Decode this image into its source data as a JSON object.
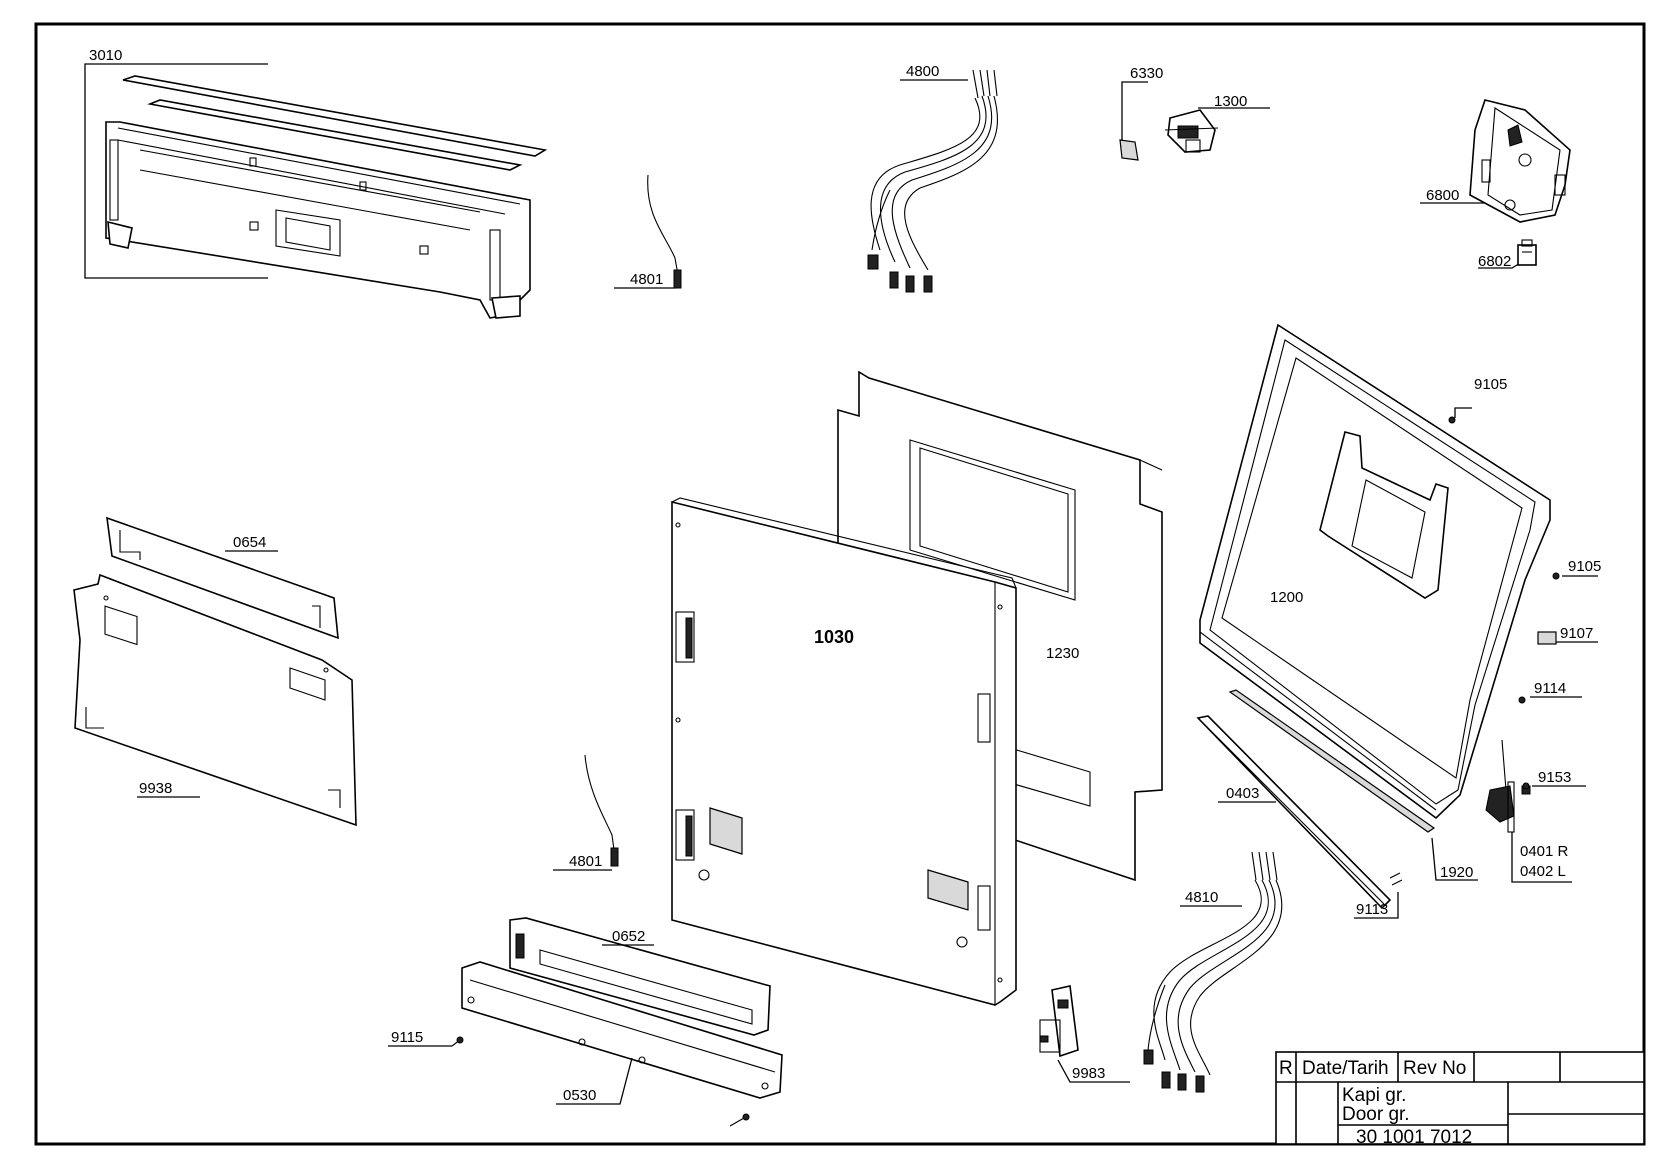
{
  "labels": {
    "p3010": "3010",
    "p4800": "4800",
    "p6330": "6330",
    "p1300": "1300",
    "p6800": "6800",
    "p6802": "6802",
    "p4801_top": "4801",
    "p4801_bottom": "4801",
    "p9105_top": "9105",
    "p9105_right": "9105",
    "p9107": "9107",
    "p9114": "9114",
    "p9153": "9153",
    "p0401": "0401 R",
    "p0402": "0402 L",
    "p1920": "1920",
    "p9113": "9113",
    "p0403": "0403",
    "p1200": "1200",
    "p1030": "1030",
    "p1230": "1230",
    "p0654": "0654",
    "p9938": "9938",
    "p0652": "0652",
    "p9115": "9115",
    "p0530": "0530",
    "p4810": "4810",
    "p9983": "9983"
  },
  "title_block": {
    "r": "R",
    "date": "Date/Tarih",
    "rev": "Rev No",
    "name_tr": "Kapi gr.",
    "name_en": "Door gr.",
    "code": "30 1001 7012"
  }
}
